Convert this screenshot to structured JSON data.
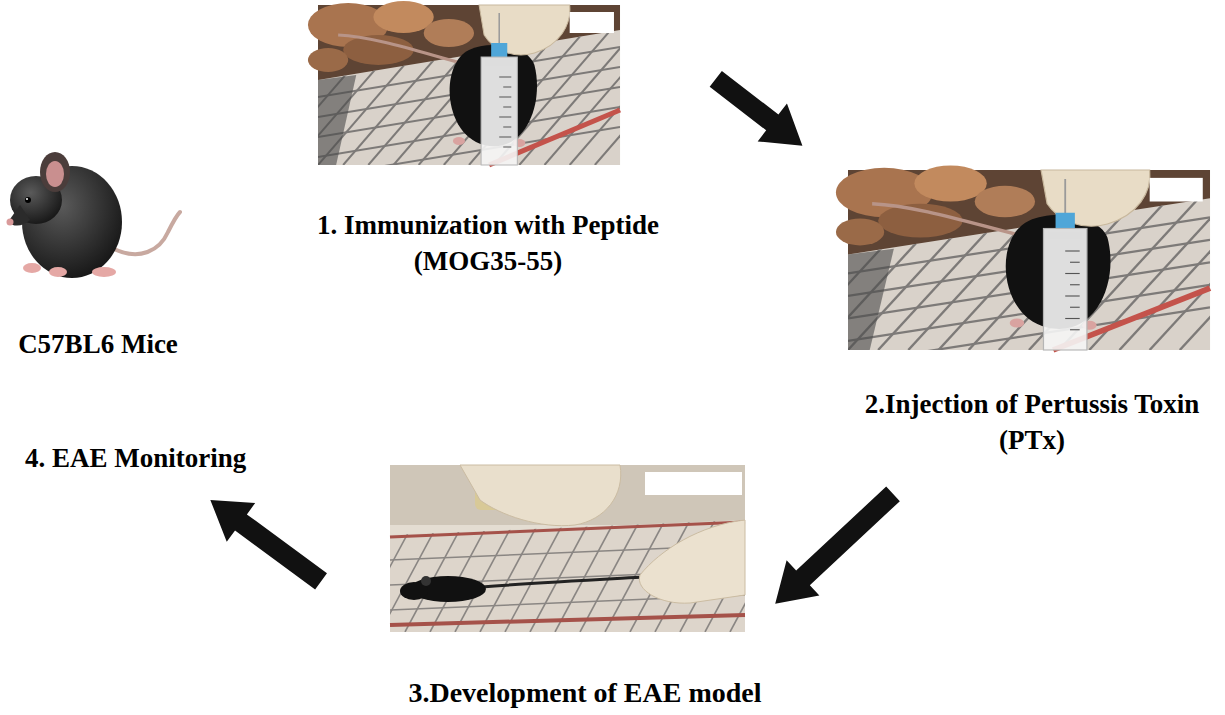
{
  "diagram": {
    "nodes": [
      {
        "text": [
          "C57BL6 Mice"
        ]
      },
      {
        "text": [
          "1. Immunization with Peptide (MOG35-55)"
        ]
      },
      {
        "text": [
          "2.Injection of Pertussis Toxin (PTx)"
        ]
      },
      {
        "text": [
          "3.Development of EAE model"
        ]
      },
      {
        "text": [
          "4. EAE Monitoring"
        ]
      }
    ],
    "edges": [
      {
        "from": 1,
        "to": 2,
        "arrow": "to"
      },
      {
        "from": 2,
        "to": 3,
        "arrow": "to"
      },
      {
        "from": 3,
        "to": 4,
        "arrow": "to"
      }
    ]
  }
}
